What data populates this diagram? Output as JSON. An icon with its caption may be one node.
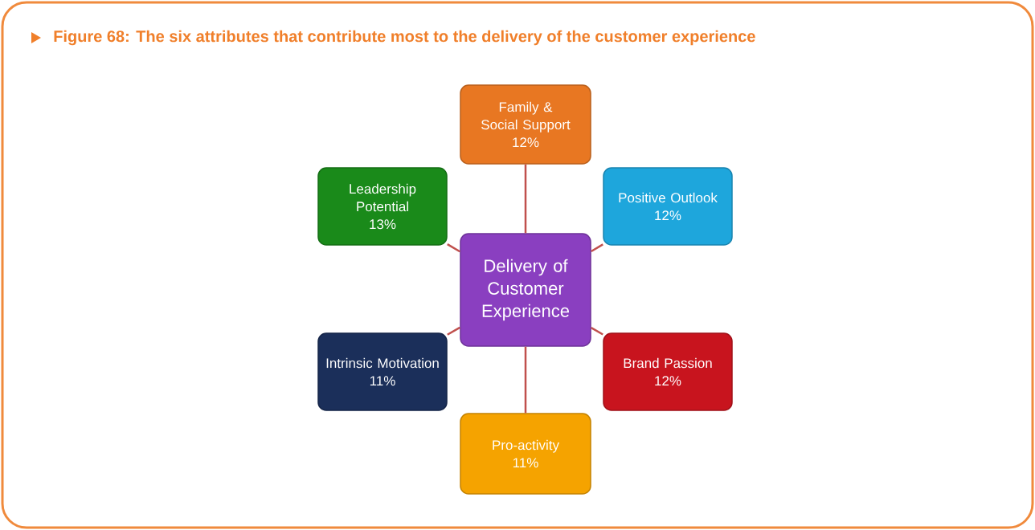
{
  "diagram": {
    "title": "Figure 68: The six attributes that contribute most to the delivery of the customer experience",
    "nodes": [
      {
        "text": [
          "Family & Social Support",
          "12%"
        ]
      },
      {
        "text": [
          "Leadership Potential",
          "13%"
        ]
      },
      {
        "text": [
          "Positive Outlook",
          "12%"
        ]
      },
      {
        "text": [
          "Delivery of Customer Experience"
        ]
      },
      {
        "text": [
          "Intrinsic Motivation",
          "11%"
        ]
      },
      {
        "text": [
          "Brand Passion",
          "12%"
        ]
      },
      {
        "text": [
          "Pro-activity",
          "11%"
        ]
      }
    ],
    "edges": [
      {
        "from": 3,
        "to": 0,
        "arrow": "none"
      },
      {
        "from": 3,
        "to": 1,
        "arrow": "none"
      },
      {
        "from": 3,
        "to": 2,
        "arrow": "none"
      },
      {
        "from": 3,
        "to": 4,
        "arrow": "none"
      },
      {
        "from": 3,
        "to": 5,
        "arrow": "none"
      },
      {
        "from": 3,
        "to": 6,
        "arrow": "none"
      }
    ]
  }
}
